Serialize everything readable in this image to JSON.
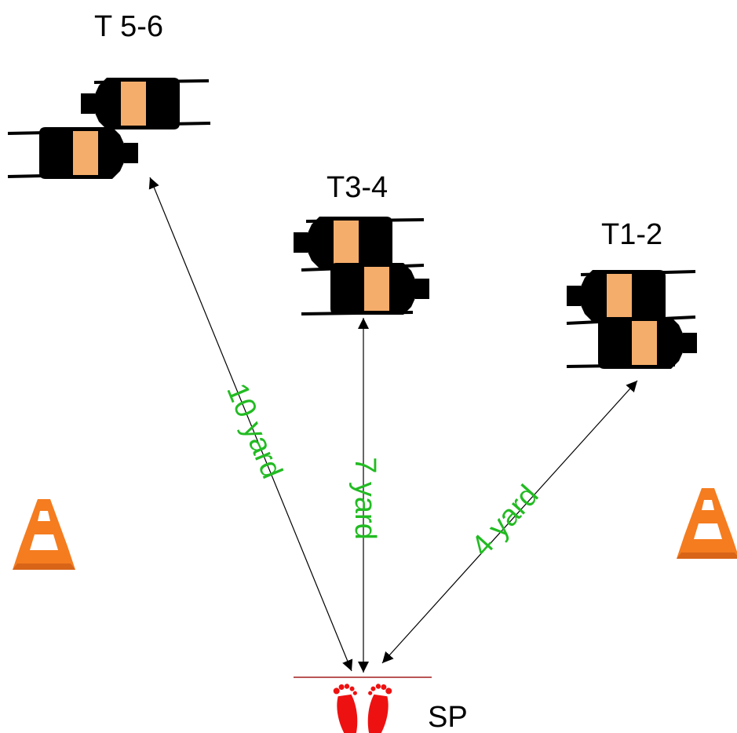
{
  "targets": {
    "t56": {
      "label": "T 5-6"
    },
    "t34": {
      "label": "T3-4"
    },
    "t12": {
      "label": "T1-2"
    }
  },
  "distances": {
    "d10": "10 yard",
    "d7": "7 yard",
    "d4": "4 yard"
  },
  "start_point": {
    "label": "SP"
  },
  "colors": {
    "distance_text": "#22bb22",
    "target_body": "#000000",
    "target_panel": "#f5ad6b",
    "cone": "#f57c1f",
    "footprint": "#ee1111",
    "start_line": "#a31f1f"
  }
}
